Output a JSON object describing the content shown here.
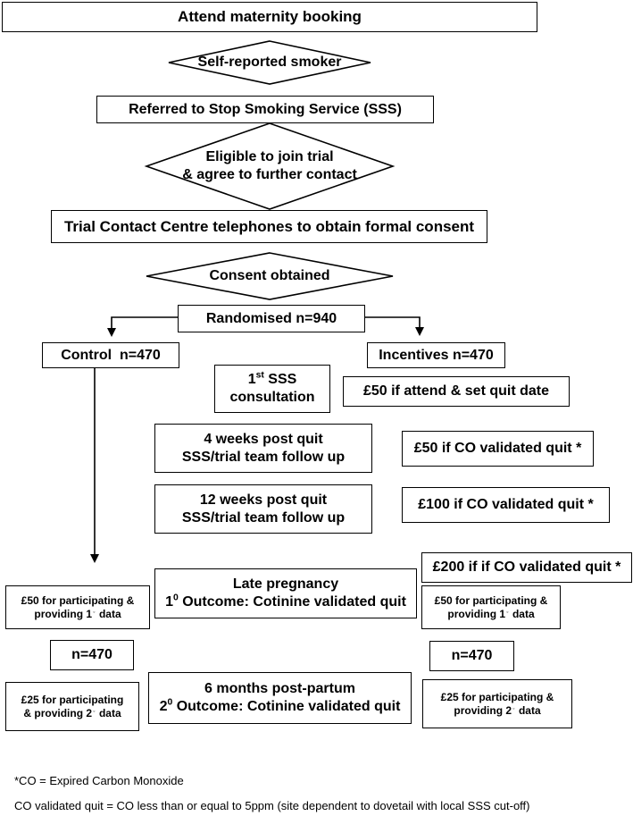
{
  "flow": {
    "attend": "Attend maternity booking",
    "self_reported": "Self-reported smoker",
    "referred": "Referred to Stop Smoking Service (SSS)",
    "eligible_line1": "Eligible to join trial",
    "eligible_line2": "& agree to further contact",
    "contact_centre": "Trial Contact Centre telephones to obtain formal consent",
    "consent": "Consent obtained",
    "randomised": "Randomised n=940"
  },
  "arms": {
    "control": "Control  n=470",
    "incentives": "Incentives n=470"
  },
  "steps": {
    "sss_consult_num": "1",
    "sss_consult_sup": "st",
    "sss_consult_rest": " SSS",
    "sss_consult_line2": "consultation",
    "four_weeks_line1": "4 weeks post quit",
    "four_weeks_line2": "SSS/trial team follow up",
    "twelve_weeks_line1": "12 weeks post quit",
    "twelve_weeks_line2": "SSS/trial team follow up",
    "late_pregnancy_line1": "Late pregnancy",
    "late_outcome_num": "1",
    "late_outcome_sup": "0",
    "late_outcome_label": " Outcome",
    "late_outcome_rest": ": Cotinine validated quit",
    "six_months_line1": "6 months post-partum",
    "six_outcome_num": "2",
    "six_outcome_sup": "0",
    "six_outcome_label": " Outcome",
    "six_outcome_rest": ": Cotinine validated quit"
  },
  "incentives": {
    "attend": "£50 if attend & set quit date",
    "four_weeks": "£50 if CO validated quit *",
    "twelve_weeks": "£100 if CO validated quit *",
    "late_pregnancy": "£200 if if CO validated quit *"
  },
  "payments": {
    "primary_line1": "£50 for participating &",
    "primary_line2_a": "providing 1",
    "primary_line2_deg": "◦",
    "primary_line2_b": " data",
    "secondary_line1": "£25 for participating",
    "secondary_line2_a": "& providing 2",
    "secondary_line2_deg": "◦",
    "secondary_line2_b": " data",
    "secondary_right_line1": "£25 for participating &",
    "secondary_right_line2_a": "providing 2",
    "secondary_right_line2_deg": "◦",
    "secondary_right_line2_b": " data"
  },
  "counts": {
    "control_followup": "n=470",
    "incentives_followup": "n=470"
  },
  "footnotes": {
    "co_definition": "*CO = Expired Carbon Monoxide",
    "quit_definition": "CO validated quit = CO less than or equal to 5ppm (site dependent to dovetail with local SSS cut-off)"
  }
}
